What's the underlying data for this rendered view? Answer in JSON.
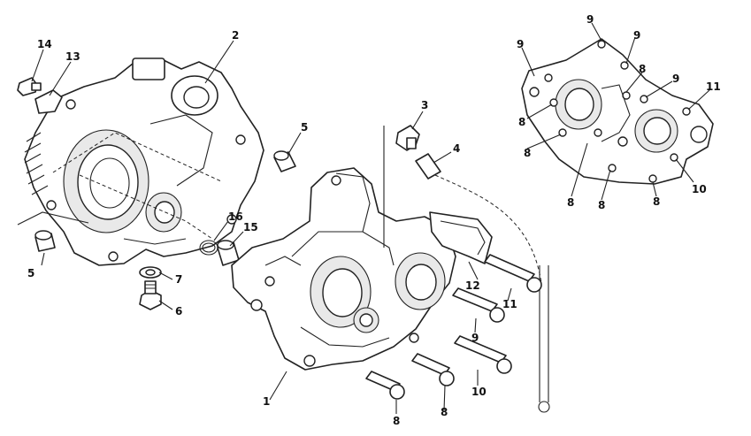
{
  "callouts": {
    "c1": "1",
    "c2": "2",
    "c3": "3",
    "c4": "4",
    "c5a": "5",
    "c5b": "5",
    "c6": "6",
    "c7": "7",
    "c8a": "8",
    "c8b": "8",
    "c8c": "8",
    "c8d": "8",
    "c8e": "8",
    "c8f": "8",
    "c8g": "8",
    "c8h": "8",
    "c9a": "9",
    "c9b": "9",
    "c9c": "9",
    "c9d": "9",
    "c9e": "9",
    "c10a": "10",
    "c10b": "10",
    "c11a": "11",
    "c11b": "11",
    "c12": "12",
    "c13": "13",
    "c14": "14",
    "c15": "15",
    "c16": "16"
  }
}
